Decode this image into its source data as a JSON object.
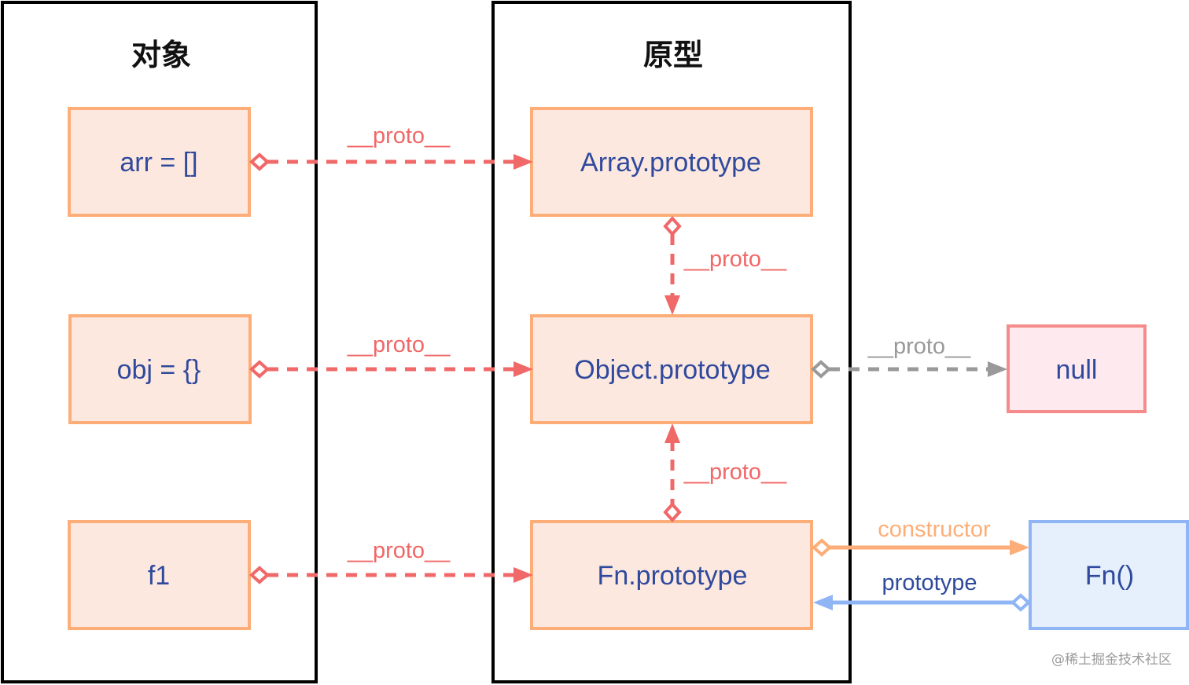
{
  "groups": {
    "objects": {
      "title": "对象"
    },
    "prototypes": {
      "title": "原型"
    }
  },
  "nodes": {
    "arr": {
      "label": "arr = []"
    },
    "obj": {
      "label": "obj = {}"
    },
    "f1": {
      "label": "f1"
    },
    "array_prototype": {
      "label": "Array.prototype"
    },
    "object_prototype": {
      "label": "Object.prototype"
    },
    "fn_prototype": {
      "label": "Fn.prototype"
    },
    "null": {
      "label": "null"
    },
    "fn": {
      "label": "Fn()"
    }
  },
  "edges": [
    {
      "id": "arr-to-array-prototype",
      "from": "arr",
      "to": "array_prototype",
      "label": "__proto__",
      "style": "dashed"
    },
    {
      "id": "obj-to-object-prototype",
      "from": "obj",
      "to": "object_prototype",
      "label": "__proto__",
      "style": "dashed"
    },
    {
      "id": "f1-to-fn-prototype",
      "from": "f1",
      "to": "fn_prototype",
      "label": "__proto__",
      "style": "dashed"
    },
    {
      "id": "array-prototype-to-object-prototype",
      "from": "array_prototype",
      "to": "object_prototype",
      "label": "__proto__",
      "style": "dashed"
    },
    {
      "id": "fn-prototype-to-object-prototype",
      "from": "fn_prototype",
      "to": "object_prototype",
      "label": "__proto__",
      "style": "dashed"
    },
    {
      "id": "object-prototype-to-null",
      "from": "object_prototype",
      "to": "null",
      "label": "__proto__",
      "style": "dashed"
    },
    {
      "id": "fn-prototype-constructor",
      "from": "fn_prototype",
      "to": "fn",
      "label": "constructor",
      "style": "solid"
    },
    {
      "id": "fn-prototype-link",
      "from": "fn",
      "to": "fn_prototype",
      "label": "prototype",
      "style": "solid"
    }
  ],
  "colors": {
    "group_border": "#000000",
    "node_fill": "#fde8e0",
    "node_border": "#fdae78",
    "null_fill": "#fde9ee",
    "null_border": "#f58b8b",
    "fn_fill": "#e6f0fc",
    "fn_border": "#8fb5f5",
    "proto_red": "#f06868",
    "proto_gray": "#999999",
    "constructor_orange": "#fdae78",
    "prototype_blue": "#8fb5f5",
    "node_text": "#2f4a9c",
    "prototype_label": "#2f4a9c"
  },
  "watermark": "@稀土掘金技术社区"
}
